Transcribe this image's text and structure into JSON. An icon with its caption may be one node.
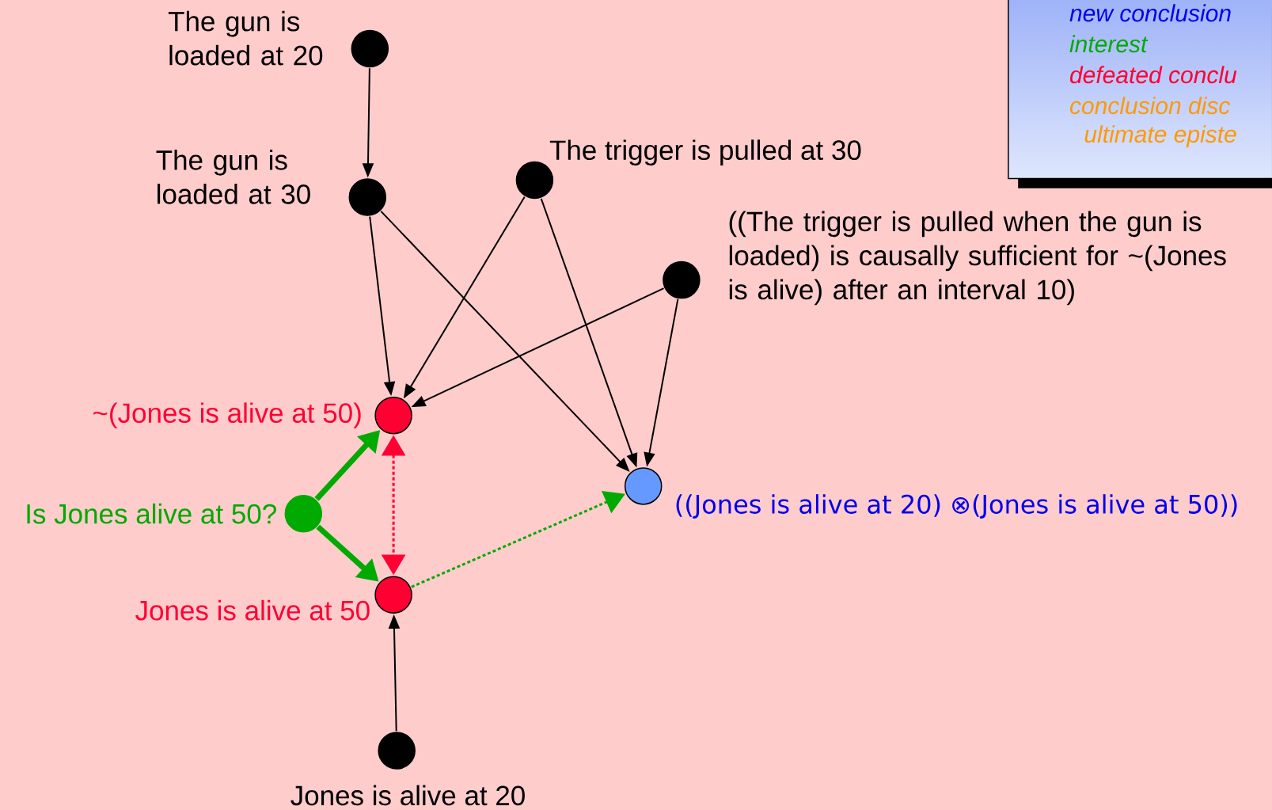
{
  "diagram": {
    "nodes": [
      {
        "text": [
          "The gun is loaded at 20"
        ]
      },
      {
        "text": [
          "The gun is loaded at 30"
        ]
      },
      {
        "text": [
          "The trigger is pulled at 30"
        ]
      },
      {
        "text": [
          "((The trigger is pulled when the gun is loaded) is causally sufficient for ~(Jones is alive) after an interval 10)"
        ]
      },
      {
        "text": [
          "~(Jones is alive at 50)"
        ]
      },
      {
        "text": [
          "Is Jones alive at 50?"
        ]
      },
      {
        "text": [
          "Jones is alive at 50"
        ]
      },
      {
        "text": [
          "((Jones is alive at 20) ⊗(Jones is alive at 50))"
        ]
      },
      {
        "text": [
          "Jones is alive at 20"
        ]
      }
    ],
    "edges": [
      {
        "from": 0,
        "to": 1,
        "arrow": "to"
      },
      {
        "from": 1,
        "to": 4,
        "arrow": "to"
      },
      {
        "from": 1,
        "to": 7,
        "arrow": "to"
      },
      {
        "from": 2,
        "to": 4,
        "arrow": "to"
      },
      {
        "from": 2,
        "to": 7,
        "arrow": "to"
      },
      {
        "from": 3,
        "to": 4,
        "arrow": "to"
      },
      {
        "from": 3,
        "to": 7,
        "arrow": "to"
      },
      {
        "from": 5,
        "to": 4,
        "arrow": "to",
        "style": "thick",
        "color": "#00aa00"
      },
      {
        "from": 5,
        "to": 6,
        "arrow": "to",
        "style": "thick",
        "color": "#00aa00"
      },
      {
        "from": 4,
        "to": 6,
        "arrow": "both",
        "style": "dashed",
        "color": "#ff0033"
      },
      {
        "from": 6,
        "to": 7,
        "arrow": "to",
        "style": "dashed",
        "color": "#00aa00"
      },
      {
        "from": 8,
        "to": 6,
        "arrow": "to"
      }
    ],
    "labels": [
      "new conclusion",
      "interest",
      "defeated conclu",
      "conclusion disc",
      "ultimate episte"
    ]
  }
}
